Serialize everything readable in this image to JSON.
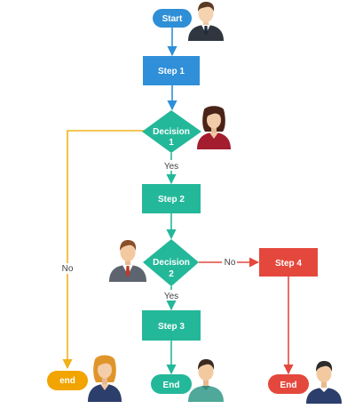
{
  "nodes": {
    "start": {
      "label": "Start"
    },
    "step1": {
      "label": "Step 1"
    },
    "decision1": {
      "line1": "Decision",
      "line2": "1"
    },
    "step2": {
      "label": "Step 2"
    },
    "decision2": {
      "line1": "Decision",
      "line2": "2"
    },
    "step3": {
      "label": "Step 3"
    },
    "step4": {
      "label": "Step 4"
    },
    "end_left": {
      "label": "end"
    },
    "end_mid": {
      "label": "End"
    },
    "end_right": {
      "label": "End"
    }
  },
  "edge_labels": {
    "d1_yes": "Yes",
    "d1_no": "No",
    "d2_no": "No",
    "d2_yes": "Yes"
  },
  "colors": {
    "start": "#2e8fd6",
    "step1": "#2f8fd8",
    "teal": "#24b89a",
    "step4": "#e4483c",
    "end_left": "#f2a400",
    "end_mid": "#24b89a",
    "end_right": "#e4483c",
    "line_yellow": "#f0b21a",
    "line_blue": "#2e8fd6",
    "line_teal": "#24b89a",
    "line_red": "#e4483c"
  },
  "icons": [
    "person-man-dark-suit-icon",
    "person-woman-red-top-icon",
    "person-man-gray-suit-icon",
    "person-woman-blue-top-icon",
    "person-man-teal-shirt-icon",
    "person-man-navy-shirt-icon"
  ]
}
